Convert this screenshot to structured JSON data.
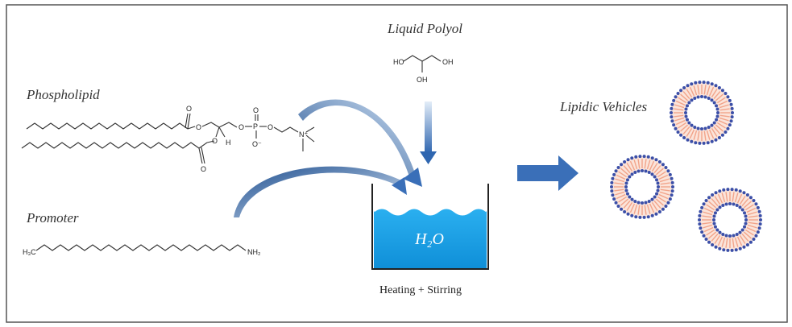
{
  "labels": {
    "phospholipid": "Phospholipid",
    "promoter": "Promoter",
    "liquid_polyol": "Liquid Polyol",
    "lipidic_vehicles": "Lipidic Vehicles",
    "water": "H₂O",
    "process": "Heating + Stirring"
  },
  "chem_labels": {
    "ho_left": "HO",
    "oh_right": "OH",
    "oh_bottom": "OH",
    "o": "O",
    "p": "P",
    "o_minus": "O⁻",
    "h": "H",
    "n_plus": "N⁺",
    "h3c": "H₃C",
    "nh2": "NH₂"
  },
  "colors": {
    "water": "#1ea3e8",
    "arrow": "#3a6fb8",
    "vesicle_head": "#3b4fa8",
    "vesicle_tail": "#f2a48a",
    "vesicle_fill": "#fbe4da"
  }
}
